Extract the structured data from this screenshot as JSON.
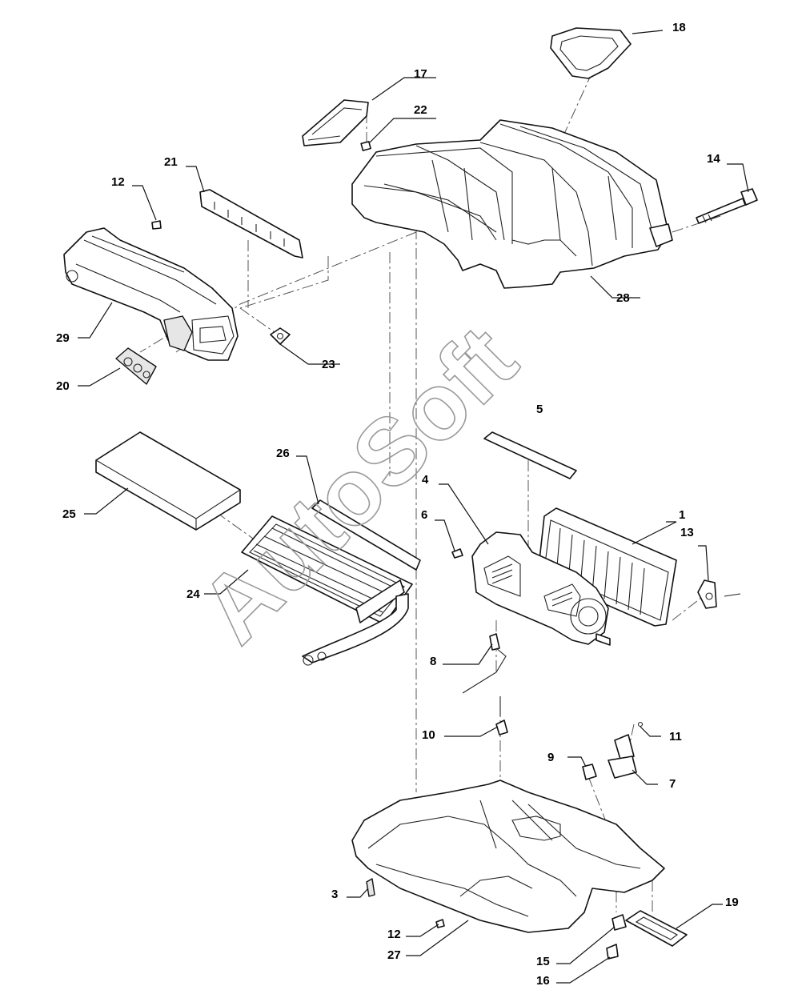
{
  "watermark": "AutoSoft",
  "callouts": {
    "c1": "1",
    "c3": "3",
    "c4": "4",
    "c5": "5",
    "c6": "6",
    "c7": "7",
    "c8": "8",
    "c9": "9",
    "c10": "10",
    "c11": "11",
    "c12a": "12",
    "c12b": "12",
    "c13": "13",
    "c14": "14",
    "c15": "15",
    "c16": "16",
    "c17": "17",
    "c18": "18",
    "c19": "19",
    "c20": "20",
    "c21": "21",
    "c22": "22",
    "c23": "23",
    "c24": "24",
    "c25": "25",
    "c26": "26",
    "c27": "27",
    "c28": "28",
    "c29": "29"
  }
}
